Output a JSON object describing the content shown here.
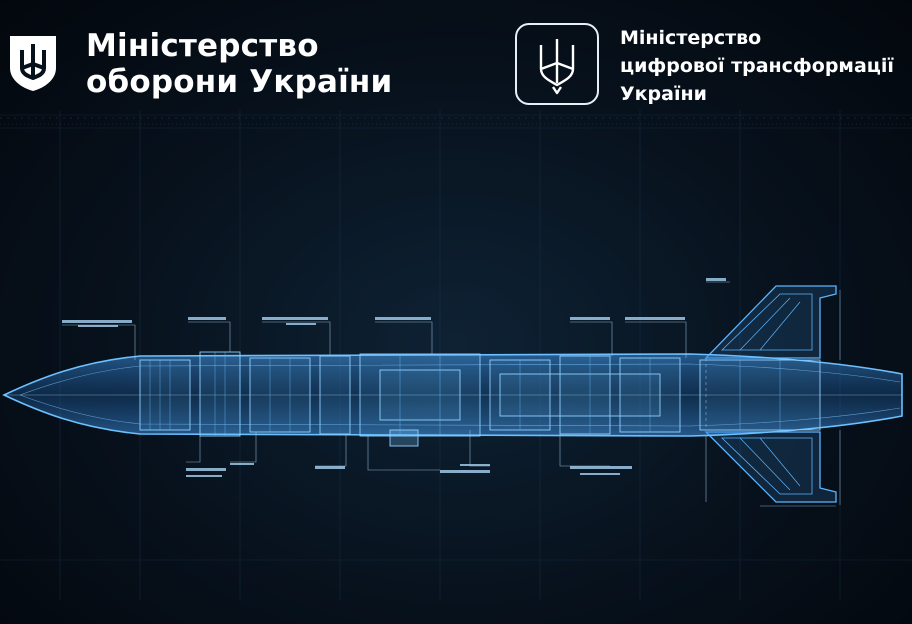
{
  "header": {
    "left_logo": {
      "icon": "shield-trident-icon",
      "title_line_1": "Міністерство",
      "title_line_2": "оборони України"
    },
    "right_logo": {
      "icon": "trident-emblem-icon",
      "title_line_1": "Міністерство",
      "title_line_2": "цифрової трансформації",
      "title_line_3": "України"
    }
  },
  "illustration": {
    "subject": "missile-blueprint"
  },
  "colors": {
    "background": "#07111c",
    "blueprint": "#4aa8ff",
    "text": "#ffffff"
  }
}
